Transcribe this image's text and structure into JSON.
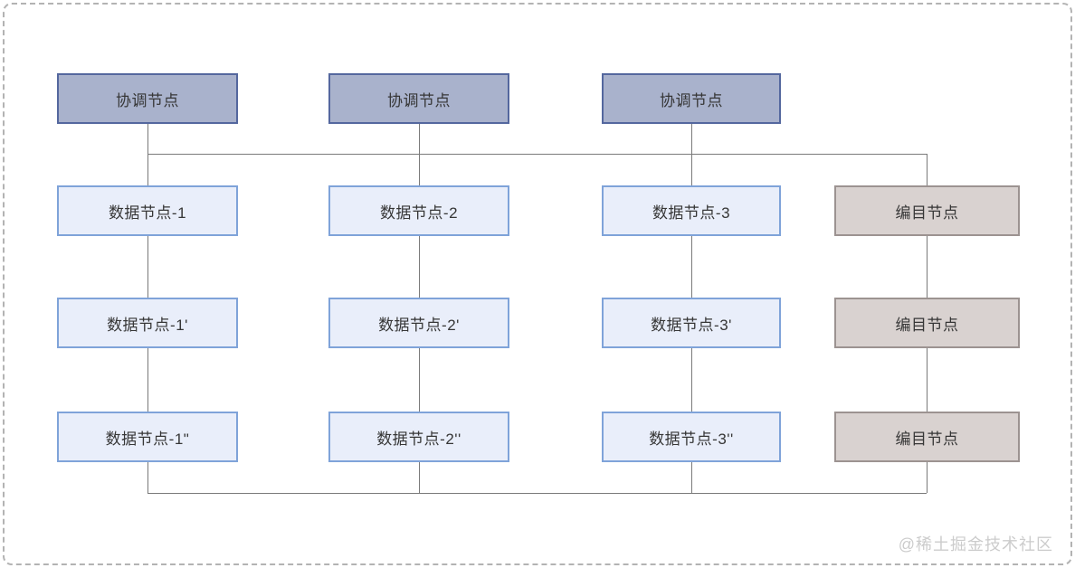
{
  "diagram": {
    "coordinator_nodes": [
      "协调节点",
      "协调节点",
      "协调节点"
    ],
    "node_rows": [
      [
        "数据节点-1",
        "数据节点-2",
        "数据节点-3",
        "编目节点"
      ],
      [
        "数据节点-1'",
        "数据节点-2'",
        "数据节点-3'",
        "编目节点"
      ],
      [
        "数据节点-1\"",
        "数据节点-2''",
        "数据节点-3''",
        "编目节点"
      ]
    ],
    "colors": {
      "coordinator_fill": "#a9b2cc",
      "coordinator_border": "#54679e",
      "data_fill": "#e9eefa",
      "data_border": "#7fa3d9",
      "catalog_fill": "#d9d2d0",
      "catalog_border": "#9c9391",
      "connector": "#7a7a7a",
      "frame_border": "#b3b3b3"
    }
  },
  "watermark": "@稀土掘金技术社区"
}
